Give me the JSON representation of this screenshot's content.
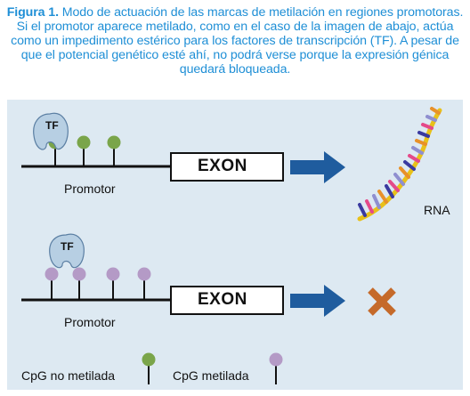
{
  "caption": {
    "figure_label": "Figura 1.",
    "text": "Modo de actuación de las marcas de metilación en regiones promotoras. Si el promotor aparece metilado, como en el caso de la imagen de abajo, actúa como un impedimento estérico para los factores de transcripción (TF). A pesar de que el potencial genético esté ahí, no podrá verse porque la expresión génica quedará bloqueada."
  },
  "top_row": {
    "tf_label": "TF",
    "exon_label": "EXON",
    "promoter_label": "Promotor",
    "output_label": "RNA"
  },
  "bottom_row": {
    "tf_label": "TF",
    "exon_label": "EXON",
    "promoter_label": "Promotor",
    "output_icon": "cross-icon"
  },
  "legend": {
    "unmethylated_label": "CpG no metilada",
    "methylated_label": "CpG metilada"
  },
  "colors": {
    "caption_text": "#1f8fd6",
    "panel_bg": "#dde9f2",
    "unmethylated_cpg": "#7aa54a",
    "methylated_cpg": "#b49ac6",
    "tf": "#b7cfe3",
    "arrow": "#1f5c9e",
    "cross": "#c56a2a"
  }
}
